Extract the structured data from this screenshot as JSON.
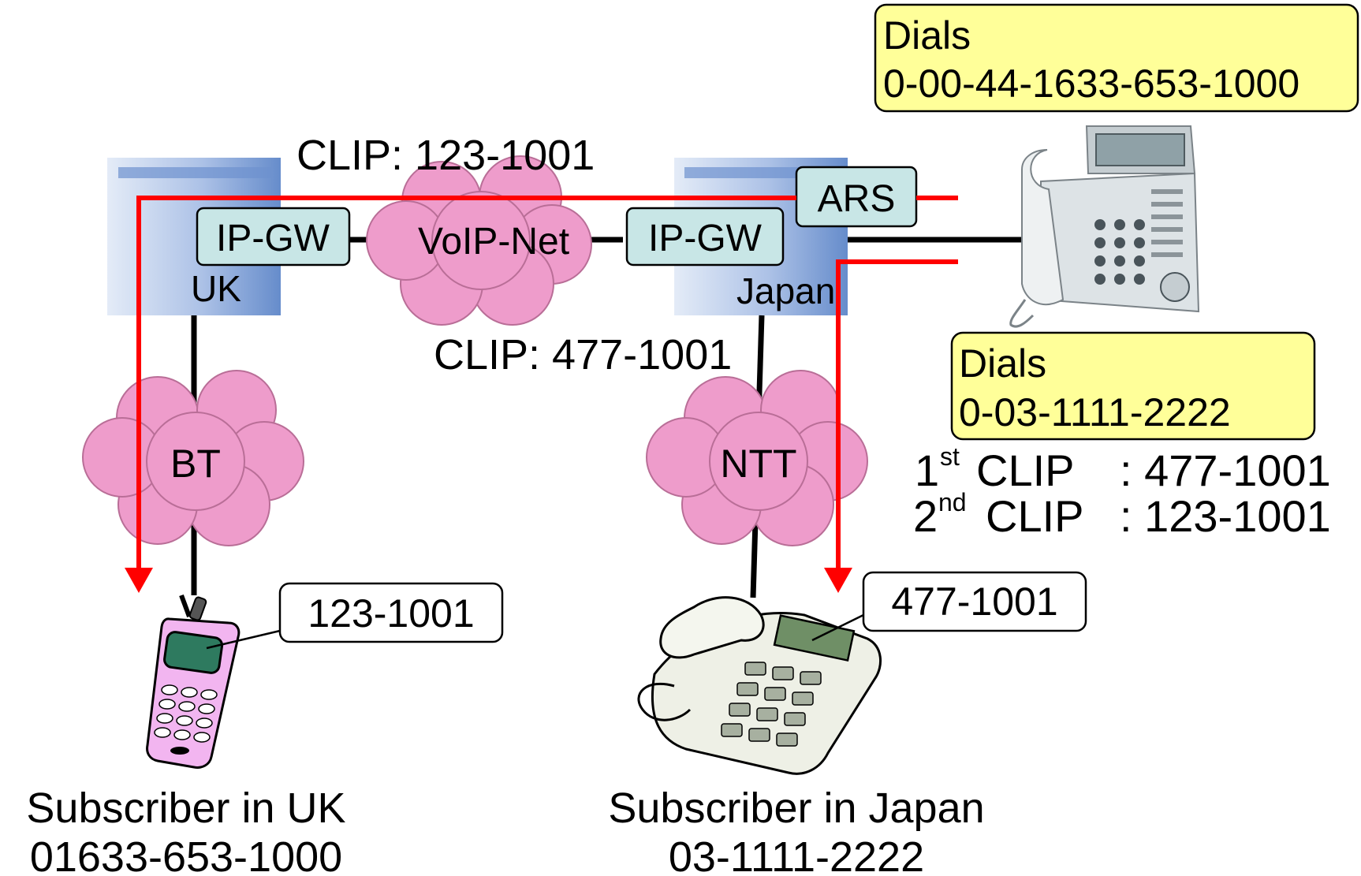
{
  "colors": {
    "cloud_fill": "#ee9ccb",
    "cloud_stroke": "#b96e97",
    "label_fill": "#ffff99",
    "gateway_fill": "#c8e6e6",
    "route_red": "#ff0000",
    "pbx_blue": "#5b86c9"
  },
  "dial_top": {
    "line1": "Dials",
    "line2": "0-00-44-1633-653-1000"
  },
  "dial_mid": {
    "line1": "Dials",
    "line2": "0-03-1111-2222"
  },
  "clip_list": {
    "first_num": "1",
    "first_sup": "st",
    "first_label": "CLIP",
    "first_value": ": 477-1001",
    "second_num": "2",
    "second_sup": "nd",
    "second_label": "CLIP",
    "second_value": ": 123-1001"
  },
  "clip_top": "CLIP: 123-1001",
  "clip_mid": "CLIP: 477-1001",
  "nodes": {
    "pbx_uk": "UK",
    "pbx_japan": "Japan",
    "gw_uk": "IP-GW",
    "gw_japan": "IP-GW",
    "ars": "ARS",
    "voip": "VoIP-Net",
    "bt": "BT",
    "ntt": "NTT"
  },
  "callouts": {
    "mobile": "123-1001",
    "desk": "477-1001"
  },
  "subscribers": {
    "uk_name": "Subscriber in UK",
    "uk_number": "01633-653-1000",
    "jp_name": "Subscriber in Japan",
    "jp_number": "03-1111-2222"
  },
  "icons": {
    "mobile": "mobile-phone-icon",
    "desk": "desk-phone-icon",
    "ip_phone": "ip-phone-icon"
  }
}
